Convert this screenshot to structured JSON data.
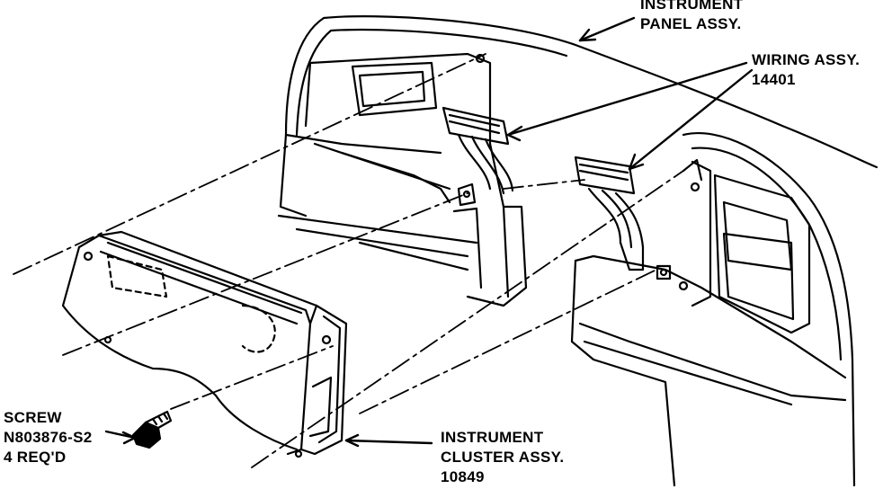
{
  "labels": {
    "instrument_panel": {
      "line1": "INSTRUMENT",
      "line2": "PANEL ASSY."
    },
    "wiring": {
      "line1": "WIRING ASSY.",
      "line2": "14401"
    },
    "screw": {
      "line1": "SCREW",
      "line2": "N803876-S2",
      "line3": "4 REQ'D"
    },
    "cluster": {
      "line1": "INSTRUMENT",
      "line2": "CLUSTER ASSY.",
      "line3": "10849"
    }
  }
}
